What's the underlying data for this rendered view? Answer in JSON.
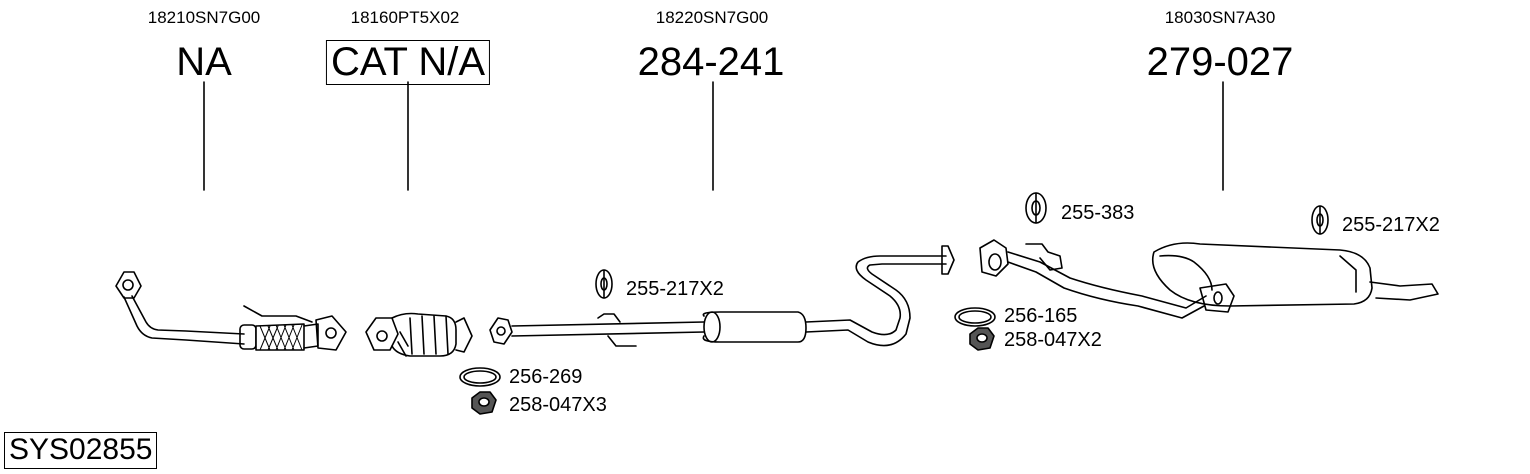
{
  "system_code": "SYS02855",
  "parts": [
    {
      "oem": "18210SN7G00",
      "part_number": "NA",
      "boxed": false
    },
    {
      "oem": "18160PT5X02",
      "part_number": "CAT N/A",
      "boxed": true
    },
    {
      "oem": "18220SN7G00",
      "part_number": "284-241",
      "boxed": false
    },
    {
      "oem": "18030SN7A30",
      "part_number": "279-027",
      "boxed": false
    }
  ],
  "accessories": {
    "hanger_mid": "255-217X2",
    "gasket_front": "256-269",
    "nut_front": "258-047X3",
    "hanger_rear_left": "255-383",
    "hanger_rear_right": "255-217X2",
    "gasket_rear": "256-165",
    "nut_rear": "258-047X2"
  }
}
